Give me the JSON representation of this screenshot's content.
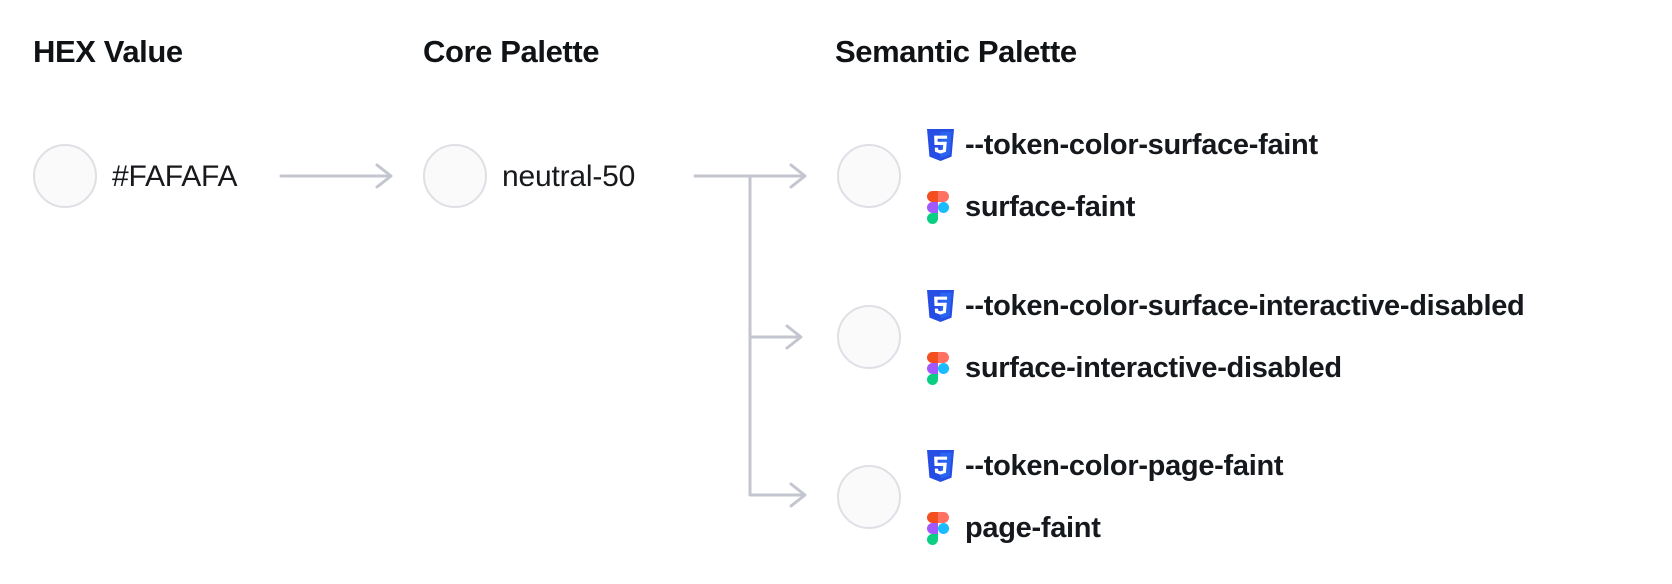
{
  "columns": {
    "hex": {
      "heading": "HEX Value"
    },
    "core": {
      "heading": "Core Palette"
    },
    "semantic": {
      "heading": "Semantic Palette"
    }
  },
  "hex_value": "#FAFAFA",
  "core_token": "neutral-50",
  "swatch": {
    "fill": "#FAFAFA",
    "border": "#DFE0E6"
  },
  "semantic_tokens": [
    {
      "css": "--token-color-surface-faint",
      "figma": "surface-faint"
    },
    {
      "css": "--token-color-surface-interactive-disabled",
      "figma": "surface-interactive-disabled"
    },
    {
      "css": "--token-color-page-faint",
      "figma": "page-faint"
    }
  ],
  "icons": {
    "css": "css3-shield-icon",
    "figma": "figma-logo-icon"
  },
  "colors": {
    "arrow": "#C3C6CE",
    "text": "#15181C",
    "css_icon_blue": "#264DE4",
    "css_icon_blue_light": "#2965F1",
    "figma_red": "#F24E1E",
    "figma_orange": "#FF7262",
    "figma_purple": "#A259FF",
    "figma_blue": "#1ABCFE",
    "figma_green": "#0ACF83"
  }
}
